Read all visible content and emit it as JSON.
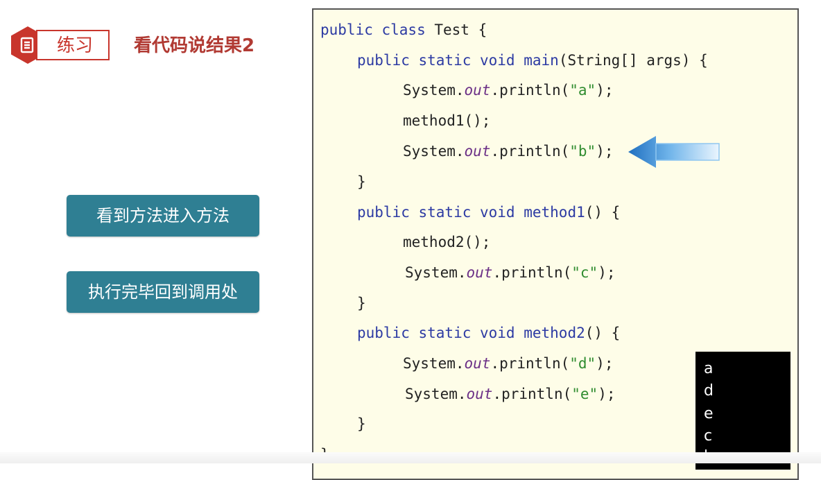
{
  "header": {
    "badge_label": "练习",
    "title": "看代码说结果2",
    "icon": "document-icon",
    "accent_color": "#c8352c"
  },
  "steps": [
    {
      "label": "看到方法进入方法"
    },
    {
      "label": "执行完毕回到调用处"
    }
  ],
  "code": {
    "lines": [
      {
        "tokens": [
          {
            "t": "public class",
            "c": "kw"
          },
          {
            "t": " Test {",
            "c": ""
          }
        ]
      },
      {
        "tokens": [
          {
            "t": "public static void",
            "c": "kw"
          },
          {
            "t": " ",
            "c": ""
          },
          {
            "t": "main",
            "c": "fn"
          },
          {
            "t": "(String[] args) {",
            "c": ""
          }
        ]
      },
      {
        "tokens": [
          {
            "t": "System.",
            "c": ""
          },
          {
            "t": "out",
            "c": "fld"
          },
          {
            "t": ".println(",
            "c": ""
          },
          {
            "t": "\"a\"",
            "c": "str"
          },
          {
            "t": ");",
            "c": ""
          }
        ]
      },
      {
        "tokens": [
          {
            "t": "method1();",
            "c": ""
          }
        ]
      },
      {
        "tokens": [
          {
            "t": "System.",
            "c": ""
          },
          {
            "t": "out",
            "c": "fld"
          },
          {
            "t": ".println(",
            "c": ""
          },
          {
            "t": "\"b\"",
            "c": "str"
          },
          {
            "t": ");",
            "c": ""
          }
        ]
      },
      {
        "tokens": [
          {
            "t": "}",
            "c": ""
          }
        ]
      },
      {
        "tokens": [
          {
            "t": "public static void",
            "c": "kw"
          },
          {
            "t": " ",
            "c": ""
          },
          {
            "t": "method1",
            "c": "fn"
          },
          {
            "t": "() {",
            "c": ""
          }
        ]
      },
      {
        "tokens": [
          {
            "t": "method2();",
            "c": ""
          }
        ]
      },
      {
        "tokens": [
          {
            "t": "System.",
            "c": ""
          },
          {
            "t": "out",
            "c": "fld"
          },
          {
            "t": ".println(",
            "c": ""
          },
          {
            "t": "\"c\"",
            "c": "str"
          },
          {
            "t": ");",
            "c": ""
          }
        ]
      },
      {
        "tokens": [
          {
            "t": "}",
            "c": ""
          }
        ]
      },
      {
        "tokens": [
          {
            "t": "public static void",
            "c": "kw"
          },
          {
            "t": " ",
            "c": ""
          },
          {
            "t": "method2",
            "c": "fn"
          },
          {
            "t": "() {",
            "c": ""
          }
        ]
      },
      {
        "tokens": [
          {
            "t": "System.",
            "c": ""
          },
          {
            "t": "out",
            "c": "fld"
          },
          {
            "t": ".println(",
            "c": ""
          },
          {
            "t": "\"d\"",
            "c": "str"
          },
          {
            "t": ");",
            "c": ""
          }
        ]
      },
      {
        "tokens": [
          {
            "t": "System.",
            "c": ""
          },
          {
            "t": "out",
            "c": "fld"
          },
          {
            "t": ".println(",
            "c": ""
          },
          {
            "t": "\"e\"",
            "c": "str"
          },
          {
            "t": ");",
            "c": ""
          }
        ]
      },
      {
        "tokens": [
          {
            "t": "}",
            "c": ""
          }
        ]
      },
      {
        "tokens": [
          {
            "t": "}",
            "c": ""
          }
        ]
      }
    ],
    "current_line_marker": "arrow-left-icon"
  },
  "console": {
    "lines": [
      "a",
      "d",
      "e",
      "c",
      "b"
    ]
  },
  "colors": {
    "step_button": "#2f7f93",
    "code_background": "#fefde8",
    "keyword": "#2c3aa3",
    "string": "#2f8c2f",
    "field": "#6b2f86"
  }
}
